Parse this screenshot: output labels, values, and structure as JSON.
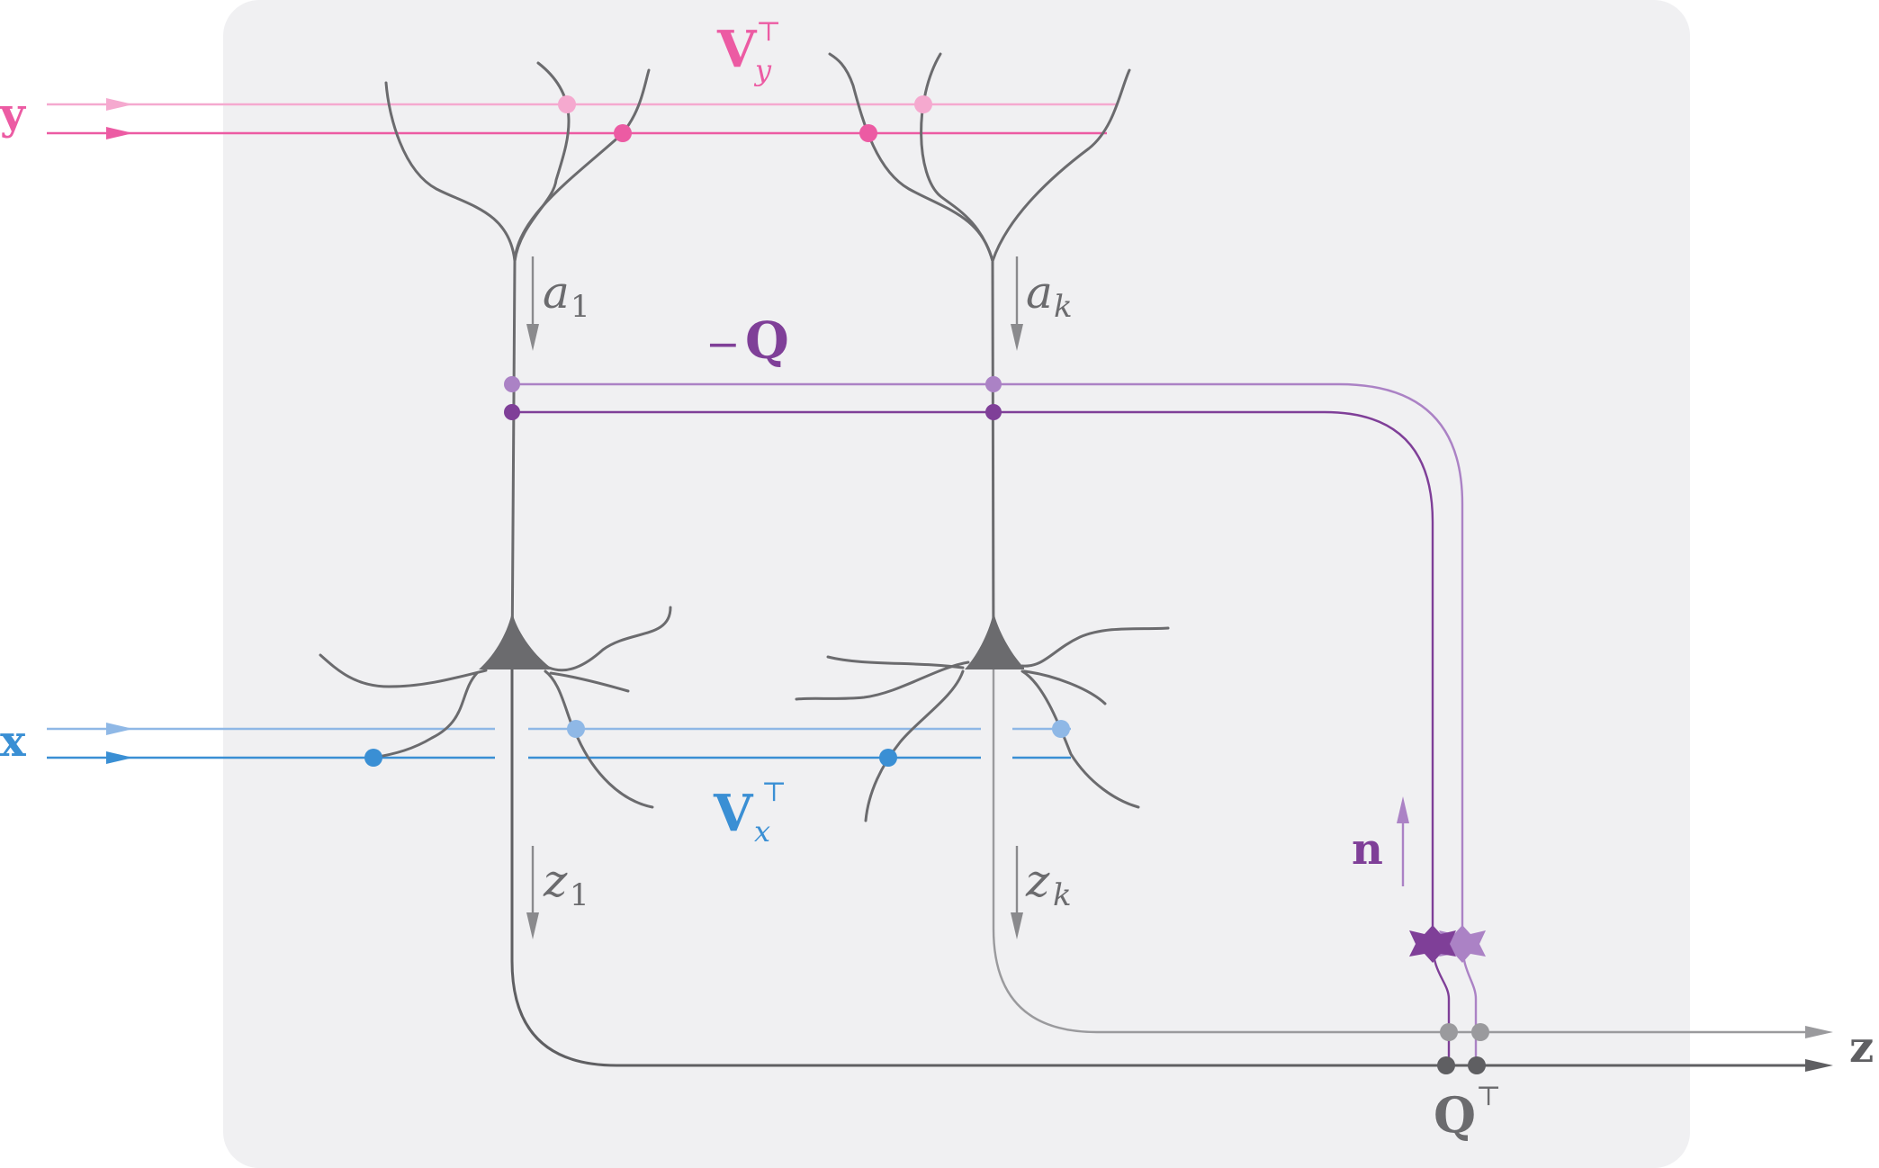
{
  "labels": {
    "y": "y",
    "x": "x",
    "z": "z",
    "Vy": "V",
    "Vy_sub": "y",
    "Vy_sup": "⊤",
    "Vx": "V",
    "Vx_sub": "x",
    "Vx_sup": "⊤",
    "negQ_minus": "−",
    "negQ": "Q",
    "QT": "Q",
    "QT_sup": "⊤",
    "n": "n",
    "a1": "a",
    "a1_sub": "1",
    "ak": "a",
    "ak_sub": "k",
    "z1": "z",
    "z1_sub": "1",
    "zk": "z",
    "zk_sub": "k"
  },
  "colors": {
    "background_panel": "#f0f0f2",
    "neuron": "#6b6b6e",
    "y_light": "#f5a9cf",
    "y_dark": "#ec5ba3",
    "x_light": "#8fb8e6",
    "x_dark": "#3a8fd4",
    "q_light": "#ab82c5",
    "q_dark": "#7f3f98",
    "z_light": "#9a9a9d",
    "z_dark": "#5f5f62"
  },
  "icons": {
    "interneuron_dark": "hexagonal-star-neuron-icon",
    "interneuron_light": "hexagonal-star-neuron-icon",
    "arrowheads": "triangle-arrow-icon",
    "synapses": "dot-icon"
  }
}
